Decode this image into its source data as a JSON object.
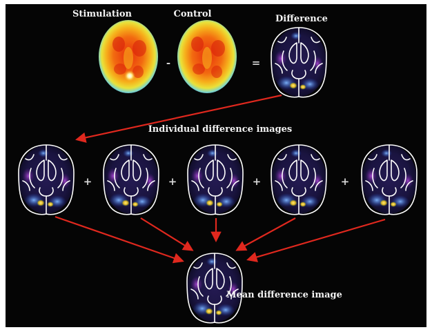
{
  "labels": {
    "stimulation": "Stimulation",
    "control": "Control",
    "difference": "Difference",
    "individual": "Individual difference images",
    "mean": "Mean difference image"
  },
  "operators": {
    "minus": "-",
    "equals": "=",
    "plus": "+"
  },
  "colors": {
    "background": "#050505",
    "arrow": "#e0281e",
    "outline": "#ffffff"
  }
}
